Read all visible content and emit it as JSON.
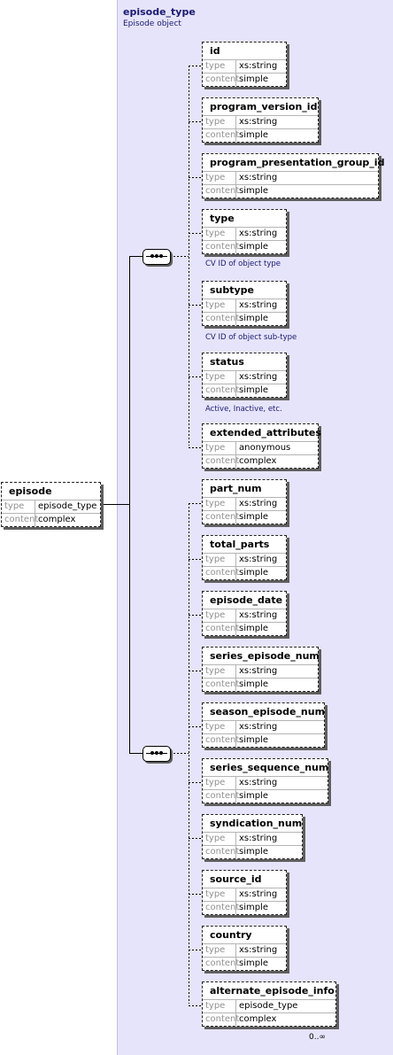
{
  "complex_type": {
    "name": "episode_type",
    "doc": "Episode object"
  },
  "root": {
    "name": "episode",
    "type": "episode_type",
    "content": "complex"
  },
  "labels": {
    "type": "type",
    "content": "content"
  },
  "group1": [
    {
      "name": "id",
      "type": "xs:string",
      "content": "simple"
    },
    {
      "name": "program_version_id",
      "type": "xs:string",
      "content": "simple"
    },
    {
      "name": "program_presentation_group_id",
      "type": "xs:string",
      "content": "simple"
    },
    {
      "name": "type",
      "type": "xs:string",
      "content": "simple",
      "doc": "CV ID of object type"
    },
    {
      "name": "subtype",
      "type": "xs:string",
      "content": "simple",
      "doc": "CV ID of object sub-type"
    },
    {
      "name": "status",
      "type": "xs:string",
      "content": "simple",
      "doc": "Active, Inactive, etc."
    },
    {
      "name": "extended_attributes",
      "type": "anonymous",
      "content": "complex"
    }
  ],
  "group2": [
    {
      "name": "part_num",
      "type": "xs:string",
      "content": "simple"
    },
    {
      "name": "total_parts",
      "type": "xs:string",
      "content": "simple"
    },
    {
      "name": "episode_date",
      "type": "xs:string",
      "content": "simple"
    },
    {
      "name": "series_episode_num",
      "type": "xs:string",
      "content": "simple"
    },
    {
      "name": "season_episode_num",
      "type": "xs:string",
      "content": "simple"
    },
    {
      "name": "series_sequence_num",
      "type": "xs:string",
      "content": "simple"
    },
    {
      "name": "syndication_num",
      "type": "xs:string",
      "content": "simple"
    },
    {
      "name": "source_id",
      "type": "xs:string",
      "content": "simple"
    },
    {
      "name": "country",
      "type": "xs:string",
      "content": "simple"
    },
    {
      "name": "alternate_episode_info",
      "type": "episode_type",
      "content": "complex",
      "occurs": "0..∞"
    }
  ]
}
